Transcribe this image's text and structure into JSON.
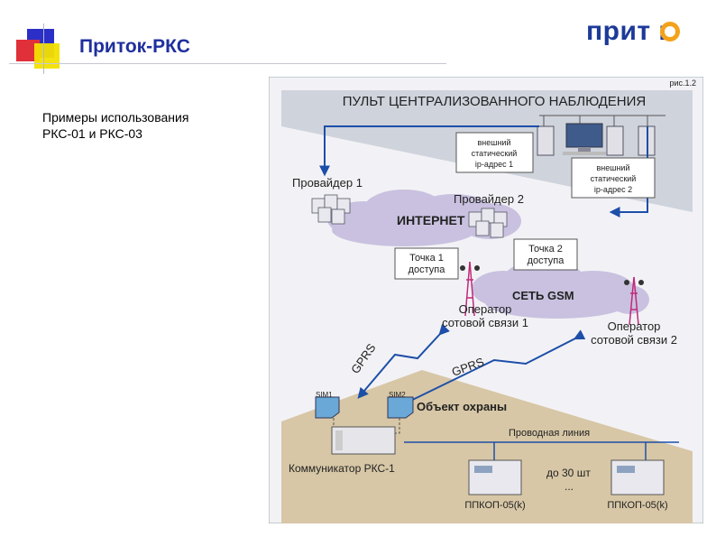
{
  "slide": {
    "title": "Приток-РКС",
    "subtitle": "Примеры использования\nРКС-01 и РКС-03",
    "logo_text": "прит к"
  },
  "diagram": {
    "fig_label": "рис.1.2",
    "header": "ПУЛЬТ ЦЕНТРАЛИЗОВАННОГО НАБЛЮДЕНИЯ",
    "ip1": [
      "внешний",
      "статический",
      "ip-адрес 1"
    ],
    "ip2": [
      "внешний",
      "статический",
      "ip-адрес 2"
    ],
    "provider1": "Провайдер 1",
    "provider2": "Провайдер 2",
    "internet": "ИНТЕРНЕТ",
    "ap1": [
      "Точка 1",
      "доступа"
    ],
    "ap2": [
      "Точка 2",
      "доступа"
    ],
    "gsm": "СЕТЬ GSM",
    "operator1": [
      "Оператор",
      "сотовой связи 1"
    ],
    "operator2": [
      "Оператор",
      "сотовой связи 2"
    ],
    "gprs1": "GPRS",
    "gprs2": "GPRS",
    "sim1": "SIM1",
    "sim2": "SIM2",
    "object": "Объект охраны",
    "wired": "Проводная линия",
    "communicator": "Коммуникатор РКС-1",
    "panel1": "ППКОП-05(k)",
    "panel2": "ППКОП-05(k)",
    "count": "до 30 шт",
    "ellipsis": "..."
  },
  "colors": {
    "title": "#1f2f9e",
    "line_blue": "#1d4fa8",
    "cloud": "#c9c1df",
    "house": "#d7c7a6",
    "center_band": "#cfd3dc"
  }
}
